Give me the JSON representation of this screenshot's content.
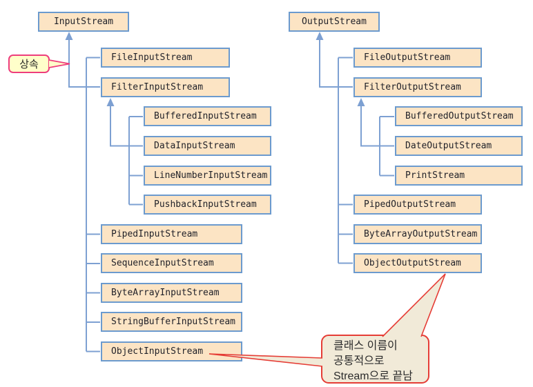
{
  "colors": {
    "box_fill": "#fce4c4",
    "box_border": "#6b9ace",
    "connector_blue": "#7da0d2",
    "note_fill": "#f1ead8",
    "note_border": "#e53c35",
    "inherit_fill": "#ffffca",
    "inherit_border": "#ee3d7c"
  },
  "hierarchy": {
    "input": {
      "root": "InputStream",
      "children": [
        "FileInputStream",
        "FilterInputStream",
        "PipedInputStream",
        "SequenceInputStream",
        "ByteArrayInputStream",
        "StringBufferInputStream",
        "ObjectInputStream"
      ],
      "filter_children": [
        "BufferedInputStream",
        "DataInputStream",
        "LineNumberInputStream",
        "PushbackInputStream"
      ]
    },
    "output": {
      "root": "OutputStream",
      "children": [
        "FileOutputStream",
        "FilterOutputStream",
        "PipedOutputStream",
        "ByteArrayOutputStream",
        "ObjectOutputStream"
      ],
      "filter_children": [
        "BufferedOutputStream",
        "DateOutputStream",
        "PrintStream"
      ]
    }
  },
  "callouts": {
    "inheritance": {
      "label": "상속"
    },
    "note": {
      "lines": [
        "클래스 이름이",
        "공통적으로",
        "Stream으로 끝남"
      ]
    }
  }
}
